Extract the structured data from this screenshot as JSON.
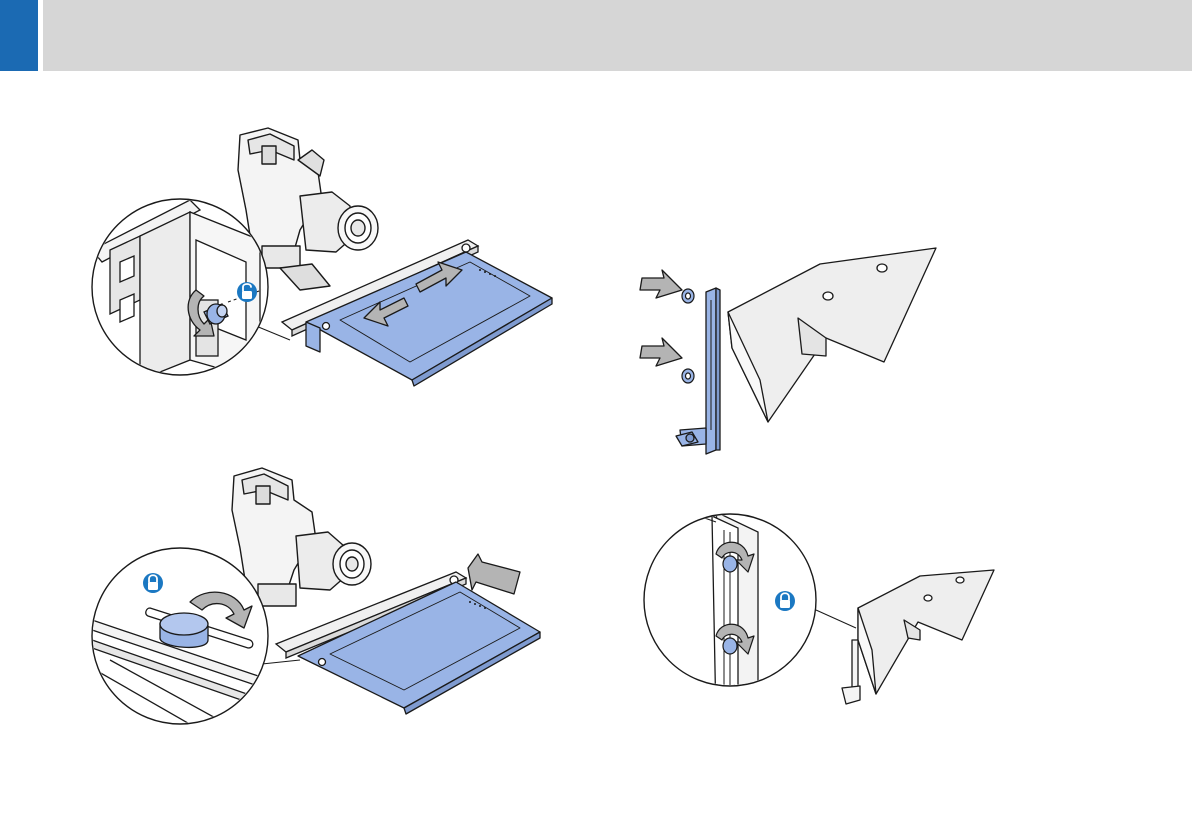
{
  "header": {
    "tab_color": "#1b6ab3",
    "band_color": "#d6d6d6"
  },
  "colors": {
    "accent_part": "#99b4e6",
    "outline": "#1a1a1a",
    "arrow_fill": "#b4b4b4",
    "hood_fill": "#eeeeee",
    "lock_icon": "#1b78c2"
  },
  "figures": [
    {
      "name": "step-1-unlock-and-slide",
      "icons": [
        "lock-open-icon",
        "rotate-arrow-icon",
        "slide-arrow-icon"
      ]
    },
    {
      "name": "step-2-lock-in-position",
      "icons": [
        "lock-icon",
        "rotate-arrow-icon",
        "push-arrow-icon"
      ]
    },
    {
      "name": "step-3-attach-bracket-to-hood",
      "icons": [
        "insert-arrow-icon"
      ]
    },
    {
      "name": "step-4-tighten-bracket-screws",
      "icons": [
        "lock-icon",
        "rotate-arrow-icon"
      ]
    }
  ]
}
